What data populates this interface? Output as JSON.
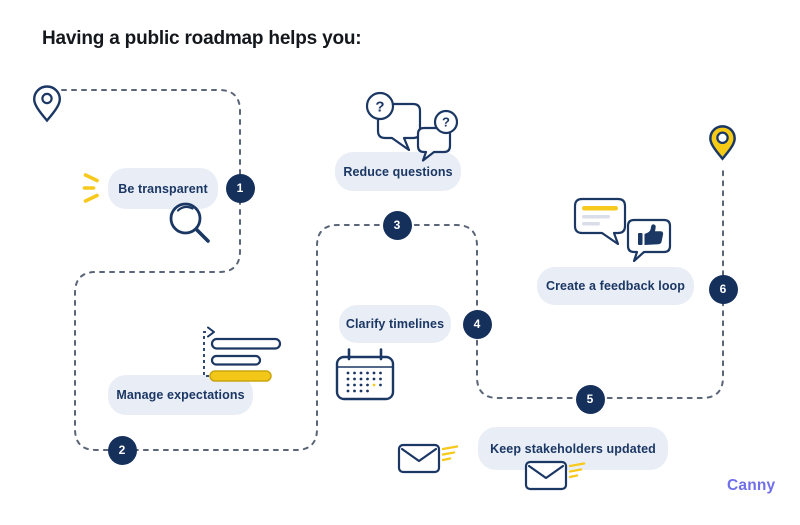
{
  "title": "Having a public roadmap helps you:",
  "brand": "Canny",
  "glyphs": {
    "question_mark": "?"
  },
  "steps": [
    {
      "number": "1",
      "label": "Be transparent",
      "icon": "magnifier-icon"
    },
    {
      "number": "2",
      "label": "Manage expectations",
      "icon": "roadmap-bars-icon"
    },
    {
      "number": "3",
      "label": "Reduce questions",
      "icon": "question-bubbles-icon"
    },
    {
      "number": "4",
      "label": "Clarify timelines",
      "icon": "calendar-icon"
    },
    {
      "number": "5",
      "label": "Keep stakeholders updated",
      "icon": "envelope-icon"
    },
    {
      "number": "6",
      "label": "Create a feedback loop",
      "icon": "feedback-bubbles-icon"
    }
  ],
  "markers": {
    "start": "map-pin-outline-icon",
    "end": "map-pin-filled-icon"
  },
  "colors": {
    "navy": "#1b3764",
    "badge_navy": "#16305c",
    "yellow": "#f7c91c",
    "pill_background": "#e9edf6",
    "path_dash": "#5a6577",
    "brand_purple": "#6e6fe9",
    "title_text": "#14171c",
    "muted_line": "#d9dee8"
  }
}
